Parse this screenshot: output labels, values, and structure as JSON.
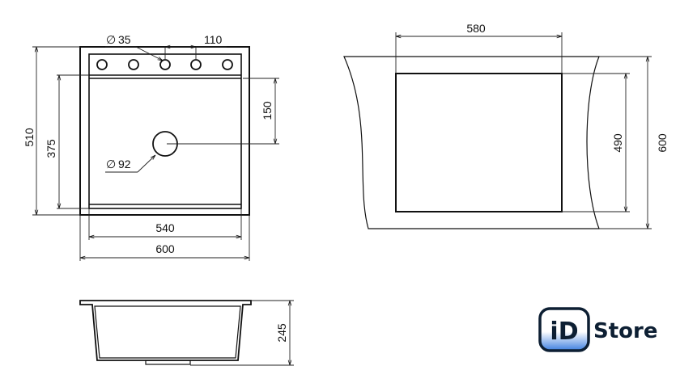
{
  "drawing": {
    "top_view": {
      "hole_diameter": "35",
      "hole_spacing": "110",
      "drain_diameter": "92",
      "outer_depth": "510",
      "bowl_depth": "375",
      "drain_offset": "150",
      "bowl_width": "540",
      "outer_width": "600"
    },
    "cutout_view": {
      "cutout_width": "580",
      "cutout_depth": "490",
      "cabinet_depth": "600"
    },
    "side_view": {
      "height": "245"
    },
    "diameter_symbol": "∅"
  },
  "logo": {
    "badge": "iD",
    "text": "Store",
    "colors": {
      "dark": "#0d1f33",
      "accent": "#3d7fe0"
    }
  }
}
